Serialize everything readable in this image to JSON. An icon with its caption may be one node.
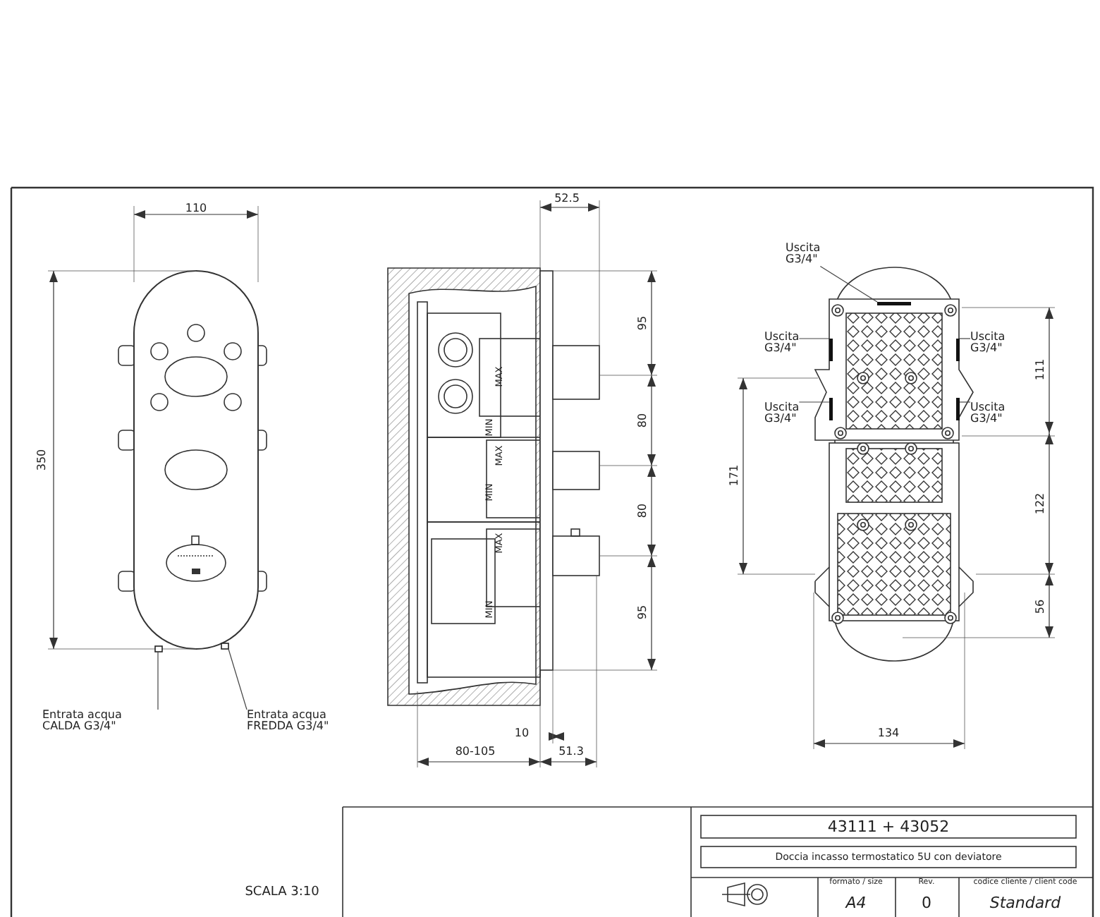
{
  "diagram": {
    "nodes": [
      {
        "text": [
          "Entrata acqua CALDA G3/4\""
        ]
      },
      {
        "text": [
          "Entrata acqua FREDDA G3/4\""
        ]
      },
      {
        "text": [
          "Uscita G3/4\""
        ]
      },
      {
        "text": [
          "Uscita G3/4\""
        ]
      },
      {
        "text": [
          "Uscita G3/4\""
        ]
      },
      {
        "text": [
          "Uscita G3/4\""
        ]
      },
      {
        "text": [
          "Uscita G3/4\""
        ]
      },
      {
        "text": [],
        "shape": "box"
      },
      {
        "text": [],
        "shape": "box"
      },
      {
        "text": [],
        "shape": "bar"
      },
      {
        "text": [],
        "shape": "bar"
      },
      {
        "text": [],
        "shape": "bar"
      },
      {
        "text": [],
        "shape": "bar"
      },
      {
        "text": [],
        "shape": "bar"
      }
    ],
    "edges": [
      {
        "from": 0,
        "to": 7,
        "arrow": "none"
      },
      {
        "from": 1,
        "to": 8,
        "arrow": "none"
      },
      {
        "from": 2,
        "to": 9,
        "arrow": "none"
      },
      {
        "from": 3,
        "to": 10,
        "arrow": "none"
      },
      {
        "from": 4,
        "to": 11,
        "arrow": "none"
      },
      {
        "from": 5,
        "to": 12,
        "arrow": "none"
      },
      {
        "from": 6,
        "to": 13,
        "arrow": "none"
      }
    ],
    "labels": [
      "110",
      "350",
      "52.5",
      "MAX",
      "MIN",
      "MAX",
      "MIN",
      "MAX",
      "MIN",
      "95",
      "80",
      "80",
      "95",
      "10",
      "80-105",
      "51.3",
      "111",
      "171",
      "122",
      "56",
      "134",
      "SCALA 3:10",
      "43111 + 43052",
      "Doccia incasso termostatico 5U con deviatore",
      "formato / size",
      "A4",
      "Rev.",
      "0",
      "codice cliente / client code",
      "Standard"
    ]
  }
}
